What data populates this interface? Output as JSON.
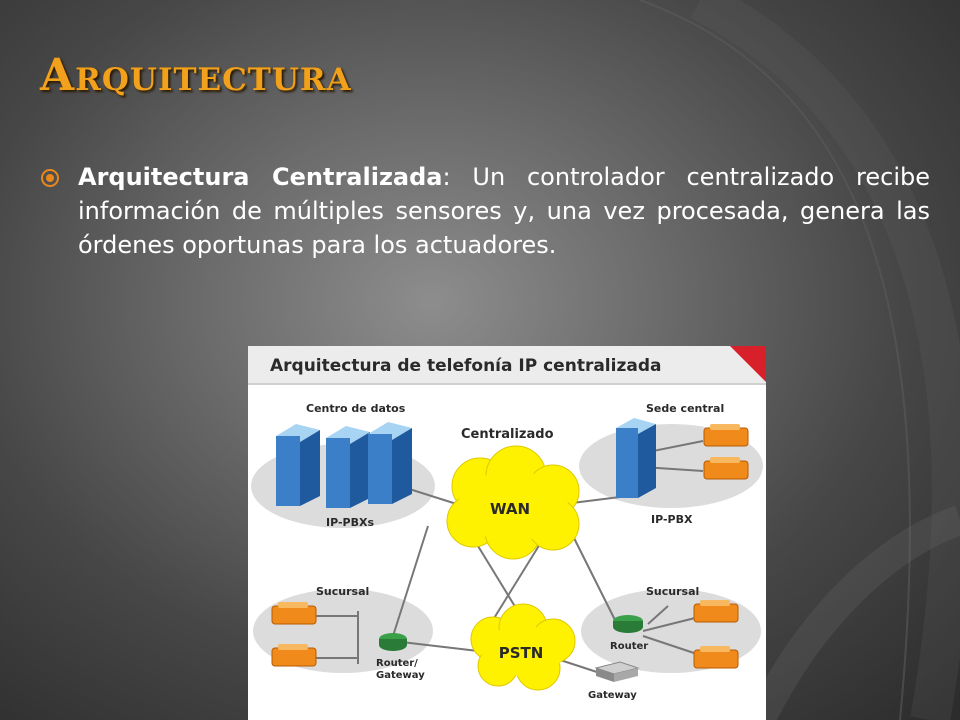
{
  "slide": {
    "title": "Arquitectura",
    "bullet": {
      "term": "Arquitectura Centralizada",
      "separator": ":",
      "text": " Un controlador centralizado recibe información de múltiples sensores y, una vez procesada, genera las órdenes oportunas para los actuadores."
    }
  },
  "diagram": {
    "title": "Arquitectura de telefonía IP centralizada",
    "center_label": "Centralizado",
    "datacenter": {
      "label": "Centro de datos",
      "device": "IP-PBXs"
    },
    "headquarters": {
      "label": "Sede central",
      "device": "IP-PBX"
    },
    "branch_left": {
      "label": "Sucursal",
      "device_line1": "Router/",
      "device_line2": "Gateway"
    },
    "branch_right": {
      "label": "Sucursal",
      "router": "Router",
      "gateway": "Gateway"
    },
    "wan": "WAN",
    "pstn": "PSTN"
  },
  "colors": {
    "title": "#f2a11c",
    "text": "#ffffff",
    "cloud": "#fff200",
    "server": "#3a7fc8",
    "phone": "#f08a1a",
    "router": "#3aa04a",
    "accent": "#d8202a"
  }
}
